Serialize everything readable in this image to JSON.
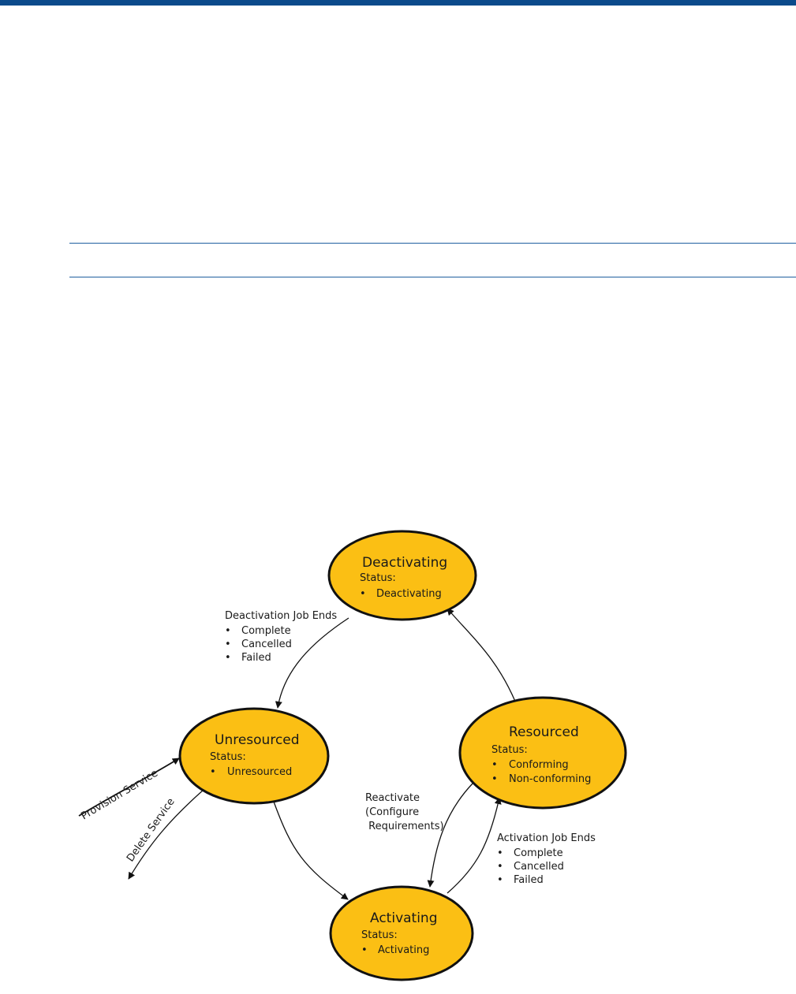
{
  "nodes": {
    "deactivating": {
      "title": "Deactivating",
      "status_label": "Status:",
      "items": [
        "Deactivating"
      ]
    },
    "unresourced": {
      "title": "Unresourced",
      "status_label": "Status:",
      "items": [
        "Unresourced"
      ]
    },
    "resourced": {
      "title": "Resourced",
      "status_label": "Status:",
      "items": [
        "Conforming",
        "Non-conforming"
      ]
    },
    "activating": {
      "title": "Activating",
      "status_label": "Status:",
      "items": [
        "Activating"
      ]
    }
  },
  "edges": {
    "deactivation_job_ends": {
      "label": "Deactivation Job Ends",
      "items": [
        "Complete",
        "Cancelled",
        "Failed"
      ]
    },
    "activation_job_ends": {
      "label": "Activation Job Ends",
      "items": [
        "Complete",
        "Cancelled",
        "Failed"
      ]
    },
    "reactivate": {
      "lines": [
        "Reactivate",
        "(Configure",
        " Requirements)"
      ]
    },
    "provision_service": {
      "label": "Provision Service"
    },
    "delete_service": {
      "label": "Delete Service"
    }
  },
  "bullet": "•",
  "colors": {
    "node_fill": "#fbbf14",
    "header_bar": "#0b4a8b",
    "rule": "#1f5f9f"
  }
}
